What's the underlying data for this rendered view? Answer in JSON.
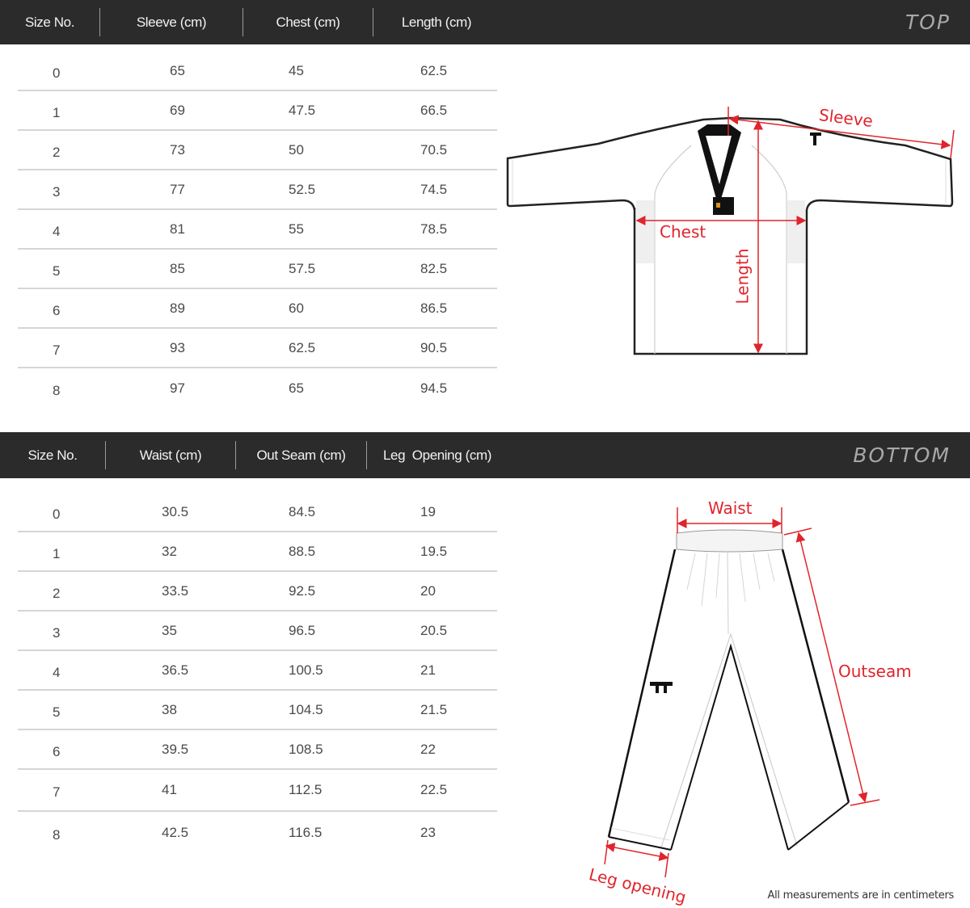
{
  "top": {
    "section_label": "TOP",
    "columns": [
      "Size No.",
      "Sleeve (cm)",
      "Chest (cm)",
      "Length (cm)"
    ],
    "rows": [
      [
        "0",
        "65",
        "45",
        "62.5"
      ],
      [
        "1",
        "69",
        "47.5",
        "66.5"
      ],
      [
        "2",
        "73",
        "50",
        "70.5"
      ],
      [
        "3",
        "77",
        "52.5",
        "74.5"
      ],
      [
        "4",
        "81",
        "55",
        "78.5"
      ],
      [
        "5",
        "85",
        "57.5",
        "82.5"
      ],
      [
        "6",
        "89",
        "60",
        "86.5"
      ],
      [
        "7",
        "93",
        "62.5",
        "90.5"
      ],
      [
        "8",
        "97",
        "65",
        "94.5"
      ]
    ],
    "diagram_labels": {
      "sleeve": "Sleeve",
      "chest": "Chest",
      "length": "Length"
    }
  },
  "bottom": {
    "section_label": "BOTTOM",
    "columns": [
      "Size No.",
      "Waist (cm)",
      "Out Seam (cm)",
      "Leg  Opening (cm)"
    ],
    "rows": [
      [
        "0",
        "30.5",
        "84.5",
        "19"
      ],
      [
        "1",
        "32",
        "88.5",
        "19.5"
      ],
      [
        "2",
        "33.5",
        "92.5",
        "20"
      ],
      [
        "3",
        "35",
        "96.5",
        "20.5"
      ],
      [
        "4",
        "36.5",
        "100.5",
        "21"
      ],
      [
        "5",
        "38",
        "104.5",
        "21.5"
      ],
      [
        "6",
        "39.5",
        "108.5",
        "22"
      ],
      [
        "7",
        "41",
        "112.5",
        "22.5"
      ],
      [
        "8",
        "42.5",
        "116.5",
        "23"
      ]
    ],
    "diagram_labels": {
      "waist": "Waist",
      "outseam": "Outseam",
      "leg_opening": "Leg opening"
    }
  },
  "footnote": "All measurements are in centimeters",
  "colors": {
    "header_bg": "#2b2b2b",
    "accent_red": "#e0242b",
    "section_tag": "#a8a8a8",
    "row_divider": "#d6d6d6"
  }
}
